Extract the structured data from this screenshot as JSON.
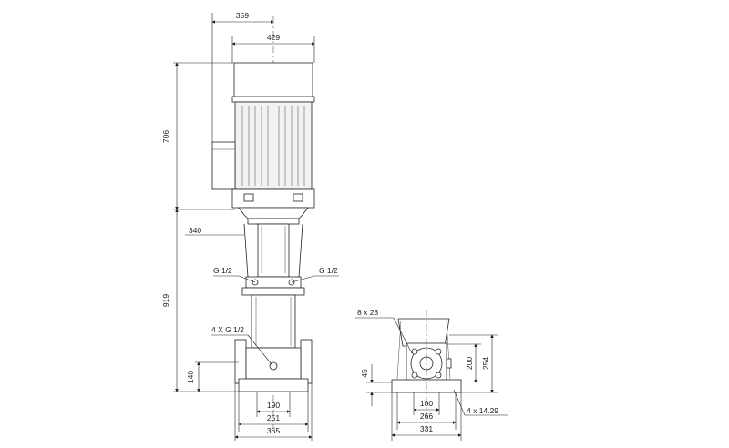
{
  "front_view": {
    "dim_359": "359",
    "dim_429": "429",
    "dim_706": "706",
    "dim_919": "919",
    "dim_340": "340",
    "dim_140": "140",
    "dim_190": "190",
    "dim_251": "251",
    "dim_365": "365",
    "label_g_left": "G 1/2",
    "label_g_right": "G 1/2",
    "label_4xg": "4 X G 1/2"
  },
  "base_view": {
    "label_8x23": "8  x  23",
    "dim_200": "200",
    "dim_254": "254",
    "dim_45": "45",
    "dim_100": "100",
    "dim_266": "266",
    "dim_331": "331",
    "label_4x1429": "4  x  14.29"
  }
}
